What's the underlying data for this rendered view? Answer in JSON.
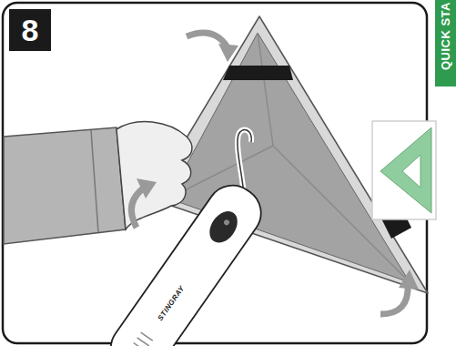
{
  "diagram": {
    "nodes": [
      {
        "text": [
          "8"
        ]
      },
      {
        "text": [
          "QUICK STA"
        ]
      }
    ],
    "labels": [
      "STINGRAY"
    ]
  }
}
